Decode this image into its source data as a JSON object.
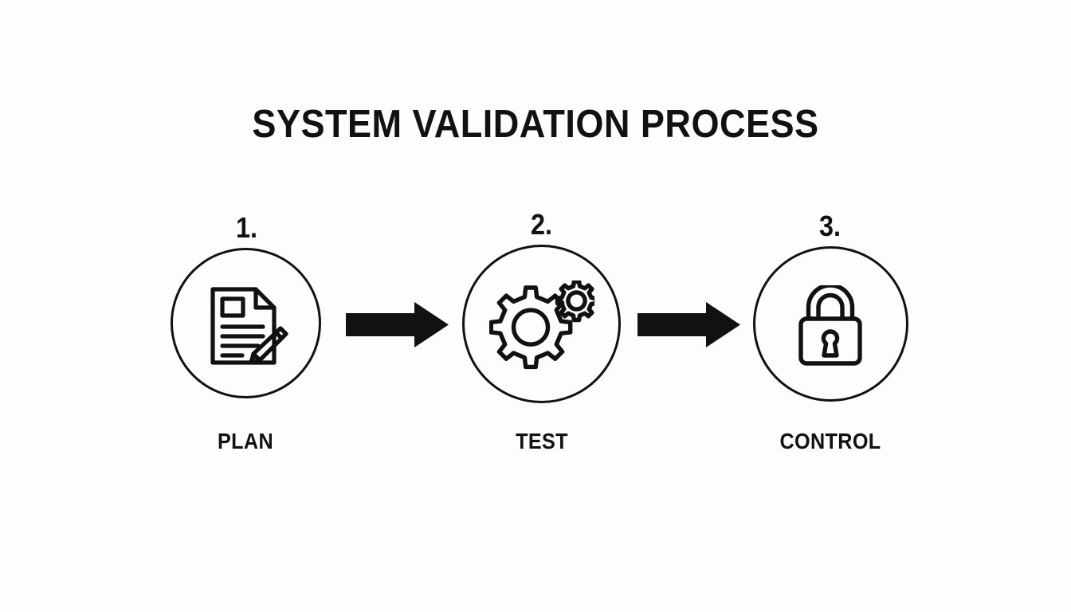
{
  "diagram": {
    "title": "SYSTEM VALIDATION PROCESS",
    "background_color": "#fdfdfd",
    "ink_color": "#111111",
    "steps": [
      {
        "number": "1.",
        "label": "PLAN",
        "icon": "document-pencil-icon"
      },
      {
        "number": "2.",
        "label": "TEST",
        "icon": "gears-icon"
      },
      {
        "number": "3.",
        "label": "CONTROL",
        "icon": "padlock-icon"
      }
    ],
    "connectors": [
      {
        "name": "arrow-1-to-2",
        "direction": "right"
      },
      {
        "name": "arrow-2-to-3",
        "direction": "right"
      }
    ]
  }
}
